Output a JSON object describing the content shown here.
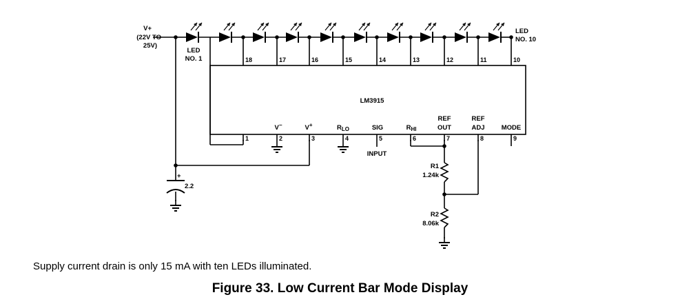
{
  "supply": {
    "v_label": "V+",
    "range_line1": "(22V TO",
    "range_line2": "25V)"
  },
  "led_first": {
    "line1": "LED",
    "line2": "NO. 1"
  },
  "led_last": {
    "line1": "LED",
    "line2": "NO. 10"
  },
  "ic": {
    "name": "LM3915",
    "top_pins": [
      "18",
      "17",
      "16",
      "15",
      "14",
      "13",
      "12",
      "11",
      "10"
    ],
    "bottom_pins": [
      {
        "num": "1",
        "label": ""
      },
      {
        "num": "2",
        "label": "V−"
      },
      {
        "num": "3",
        "label": "V+"
      },
      {
        "num": "4",
        "label": "RLO"
      },
      {
        "num": "5",
        "label": "SIG"
      },
      {
        "num": "6",
        "label": "RHI"
      },
      {
        "num": "7",
        "label": "REF OUT"
      },
      {
        "num": "8",
        "label": "REF ADJ"
      },
      {
        "num": "9",
        "label": "MODE"
      }
    ]
  },
  "input_label": "INPUT",
  "capacitor": {
    "value": "2.2",
    "polarity": "+"
  },
  "r1": {
    "name": "R1",
    "value": "1.24k"
  },
  "r2": {
    "name": "R2",
    "value": "8.06k"
  },
  "note": "Supply current drain is only 15 mA with ten LEDs illuminated.",
  "caption": "Figure 33.  Low Current Bar Mode Display"
}
